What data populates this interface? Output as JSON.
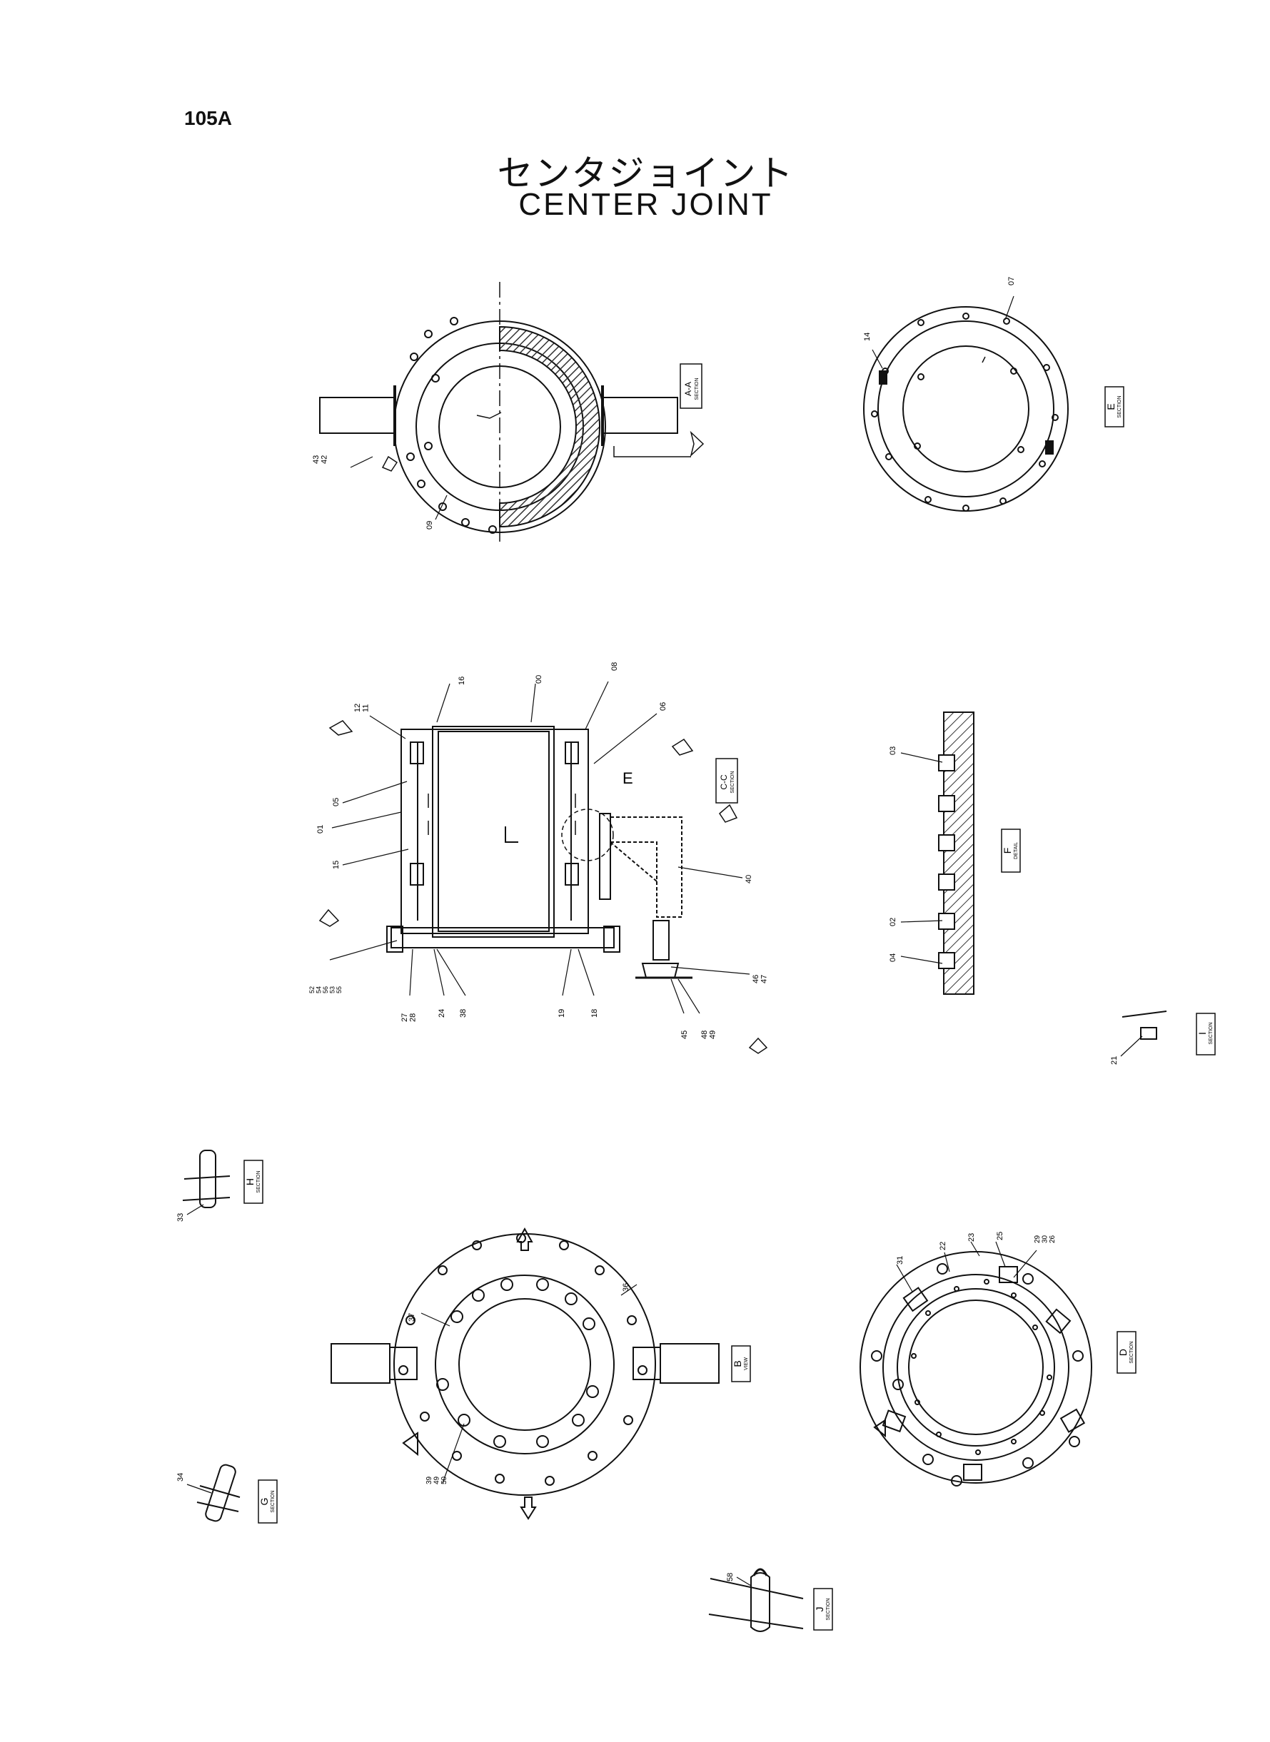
{
  "page": {
    "number": "105A"
  },
  "title": {
    "jp": "センタジョイント",
    "en": "CENTER JOINT"
  },
  "view_tags": {
    "A": {
      "letter": "A-A",
      "caption": "SECTION"
    },
    "E": {
      "letter": "E",
      "caption": "SECTION"
    },
    "C": {
      "letter": "C-C",
      "caption": "SECTION"
    },
    "F": {
      "letter": "F",
      "caption": "DETAIL"
    },
    "I": {
      "letter": "I",
      "caption": "SECTION"
    },
    "H": {
      "letter": "H",
      "caption": "SECTION"
    },
    "B": {
      "letter": "B",
      "caption": "VIEW"
    },
    "D": {
      "letter": "D",
      "caption": "SECTION"
    },
    "G": {
      "letter": "G",
      "caption": "SECTION"
    },
    "J": {
      "letter": "J",
      "caption": "SECTION"
    }
  },
  "detail_labels": {
    "E": "E",
    "L": "L"
  },
  "callouts": {
    "c43_42": "43\n42",
    "c09": "09",
    "c14": "14",
    "c07": "07",
    "c12_11": "12\n11",
    "c16": "16",
    "c00": "00",
    "c08": "08",
    "c06": "06",
    "c05": "05",
    "c01": "01",
    "c15": "15",
    "c40": "40",
    "c52_55": "52\n54\n56\n53\n55",
    "c27_28": "27\n28",
    "c24": "24",
    "c38": "38",
    "c19": "19",
    "c18": "18",
    "c46_47": "46\n47",
    "c45": "45",
    "c48_49": "48\n49",
    "c03": "03",
    "c02": "02",
    "c04": "04",
    "c21": "21",
    "c33": "33",
    "c37": "37",
    "c36": "36",
    "c39_50": "39\n49\n50",
    "c34": "34",
    "c31": "31",
    "c22": "22",
    "c23": "23",
    "c25": "25",
    "c29_26": "29\n30\n26",
    "c58": "58"
  },
  "colors": {
    "ink": "#111111",
    "hatch": "#333333",
    "paper": "#ffffff"
  }
}
